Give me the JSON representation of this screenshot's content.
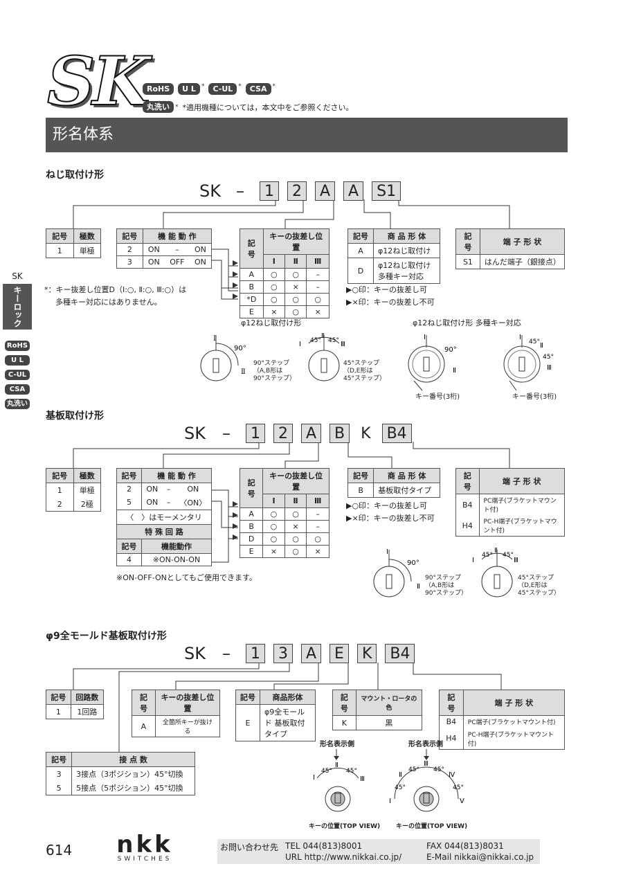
{
  "header": {
    "series": "SK",
    "badges": [
      "RoHS",
      "U L",
      "C-UL",
      "CSA"
    ],
    "wash_badge": "丸洗い",
    "note": "*適用機種については，本文中をご参照ください。",
    "section_title": "形名体系"
  },
  "sidebar": {
    "series": "SK",
    "category": "キーロック",
    "badges": [
      "RoHS",
      "U L",
      "C-UL",
      "CSA",
      "丸洗い"
    ]
  },
  "sec1": {
    "heading": "ねじ取付け形",
    "model": {
      "prefix": "SK",
      "dash": "–",
      "parts": [
        "1",
        "2",
        "A",
        "A",
        "S1"
      ]
    },
    "poles": {
      "h1": "記号",
      "h2": "極数",
      "rows": [
        [
          "1",
          "単極"
        ]
      ]
    },
    "function": {
      "h1": "記号",
      "h2": "機 能 動 作",
      "rows": [
        [
          "2",
          "ON",
          "–",
          "ON"
        ],
        [
          "3",
          "ON",
          "OFF",
          "ON"
        ]
      ]
    },
    "key": {
      "h1": "記号",
      "h2": "キーの抜差し位置",
      "cols": [
        "Ⅰ",
        "Ⅱ",
        "Ⅲ"
      ],
      "rows": [
        [
          "A",
          "○",
          "○",
          "–"
        ],
        [
          "B",
          "○",
          "×",
          "–"
        ],
        [
          "*D",
          "○",
          "○",
          "○"
        ],
        [
          "E",
          "×",
          "○",
          "×"
        ]
      ]
    },
    "form": {
      "h1": "記号",
      "h2": "商 品 形 体",
      "rows": [
        [
          "A",
          "φ12ねじ取付け"
        ],
        [
          "D",
          "φ12ねじ取付け 多種キー対応"
        ]
      ]
    },
    "terminal": {
      "h1": "記号",
      "h2": "端 子 形 状",
      "rows": [
        [
          "S1",
          "はんだ端子（銀接点）"
        ]
      ]
    },
    "footnote": [
      "*：キー抜差し位置D（Ⅰ:○, Ⅱ:○, Ⅲ:○）は",
      "多種キー対応にはありません。"
    ],
    "legend": [
      "▶○印：キーの抜差し可",
      "▶×印：キーの抜差し不可"
    ],
    "diag_label_1": "φ12ねじ取付け形",
    "diag_label_2": "φ12ねじ取付け形 多種キー対応",
    "step90": [
      "90°ステップ",
      "（A,B形は",
      "90°ステップ）"
    ],
    "step45": [
      "45°ステップ",
      "（D,E形は",
      "45°ステップ）"
    ],
    "keynum": "キー番号(3桁)"
  },
  "sec2": {
    "heading": "基板取付け形",
    "model": {
      "prefix": "SK",
      "dash": "–",
      "parts": [
        "1",
        "2",
        "A",
        "B",
        "K",
        "B4"
      ]
    },
    "poles": {
      "h1": "記号",
      "h2": "極数",
      "rows": [
        [
          "1",
          "単極"
        ],
        [
          "2",
          "2極"
        ]
      ]
    },
    "function": {
      "h1": "記号",
      "h2": "機 能 動 作",
      "rows": [
        [
          "2",
          "ON",
          "–",
          "ON"
        ],
        [
          "5",
          "ON",
          "–",
          "〈ON〉"
        ]
      ],
      "momentary": "〈　〉はモーメンタリ",
      "special": "特 殊 回 路",
      "sh1": "記号",
      "sh2": "機能動作",
      "srow": [
        "4",
        "※ON-ON-ON"
      ]
    },
    "key": {
      "h1": "記号",
      "h2": "キーの抜差し位置",
      "cols": [
        "Ⅰ",
        "Ⅱ",
        "Ⅲ"
      ],
      "rows": [
        [
          "A",
          "○",
          "○",
          "–"
        ],
        [
          "B",
          "○",
          "×",
          "–"
        ],
        [
          "D",
          "○",
          "○",
          "○"
        ],
        [
          "E",
          "×",
          "○",
          "×"
        ]
      ]
    },
    "form": {
      "h1": "記号",
      "h2": "商 品 形 体",
      "rows": [
        [
          "B",
          "基板取付タイプ"
        ]
      ]
    },
    "terminal": {
      "h1": "記号",
      "h2": "端 子 形 状",
      "rows": [
        [
          "B4",
          "PC端子(ブラケットマウント付)"
        ],
        [
          "H4",
          "PC-H端子(ブラケットマウント付)"
        ]
      ]
    },
    "legend": [
      "▶○印：キーの抜差し可",
      "▶×印：キーの抜差し不可"
    ],
    "footnote": "※ON-OFF-ONとしてもご使用できます。"
  },
  "sec3": {
    "heading": "φ9全モールド基板取付け形",
    "model": {
      "prefix": "SK",
      "dash": "–",
      "parts": [
        "1",
        "3",
        "A",
        "E",
        "K",
        "B4"
      ]
    },
    "circuits": {
      "h1": "記号",
      "h2": "回路数",
      "rows": [
        [
          "1",
          "1回路"
        ]
      ]
    },
    "key": {
      "h1": "記号",
      "h2": "キーの抜差し位置",
      "rows": [
        [
          "A",
          "全箇所キーが抜ける"
        ]
      ]
    },
    "form": {
      "h1": "記号",
      "h2": "商品形体",
      "rows": [
        [
          "E",
          "φ9全モールド 基板取付タイプ"
        ]
      ]
    },
    "color": {
      "h1": "記号",
      "h2": "マウント・ロータの色",
      "rows": [
        [
          "K",
          "黒"
        ]
      ]
    },
    "terminal": {
      "h1": "記号",
      "h2": "端 子 形 状",
      "rows": [
        [
          "B4",
          "PC端子(ブラケットマウント付)"
        ],
        [
          "H4",
          "PC-H端子(ブラケットマウント付)"
        ]
      ]
    },
    "contacts": {
      "h1": "記号",
      "h2": "接 点 数",
      "rows": [
        [
          "3",
          "3接点（3ポジション）45°切換"
        ],
        [
          "5",
          "5接点（5ポジション）45°切換"
        ]
      ]
    },
    "name_side": "形名表示側",
    "top_view": "キーの位置(TOP VIEW)"
  },
  "footer": {
    "page": "614",
    "brand": "nkk",
    "brand_sub": "SWITCHES",
    "contact_label": "お問い合わせ先",
    "tel": "TEL 044(813)8001",
    "fax": "FAX 044(813)8031",
    "url": "URL http://www.nikkai.co.jp/",
    "email": "E-Mail nikkai@nikkai.co.jp"
  }
}
